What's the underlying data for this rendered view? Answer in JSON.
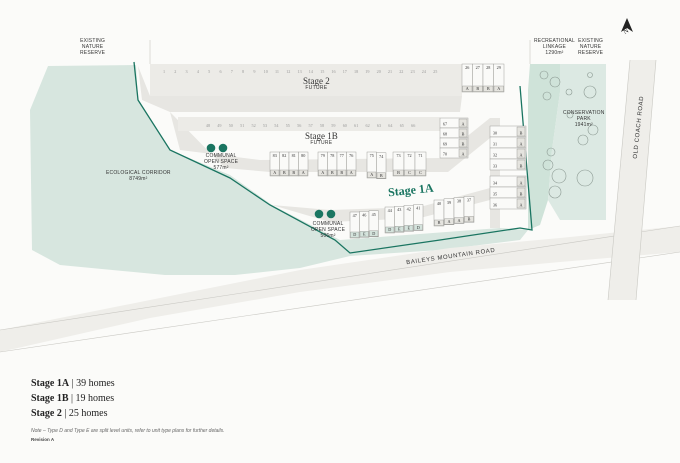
{
  "labels": {
    "existing_reserve_left": [
      "EXISTING",
      "NATURE",
      "RESERVE"
    ],
    "recreational": [
      "RECREATIONAL",
      "LINKAGE",
      "1290m²"
    ],
    "existing_reserve_right": [
      "EXISTING",
      "NATURE",
      "RESERVE"
    ],
    "old_coach_road": "OLD COACH ROAD",
    "baileys": "BAILEYS MOUNTAIN ROAD",
    "ecological": [
      "ECOLOGICAL CORRIDOR",
      "8749m²"
    ],
    "communal_top": [
      "COMMUNAL",
      "OPEN SPACE",
      "577m²"
    ],
    "communal_bottom": [
      "COMMUNAL",
      "OPEN SPACE",
      "506m²"
    ],
    "conservation": [
      "CONSERVATION",
      "PARK",
      "1941m²"
    ]
  },
  "stages": {
    "stage2": {
      "title": "Stage 2",
      "sub": "FUTURE"
    },
    "stage1b": {
      "title": "Stage 1B",
      "sub": "FUTURE"
    },
    "stage1a": {
      "title": "Stage 1A"
    }
  },
  "lots": {
    "stage2_numbers": [
      "1",
      "2",
      "3",
      "4",
      "5",
      "6",
      "7",
      "8",
      "9",
      "10",
      "11",
      "12",
      "13",
      "14",
      "15",
      "16",
      "17",
      "18",
      "19",
      "20",
      "21",
      "22",
      "23",
      "24",
      "25"
    ],
    "stage2_top_right": [
      {
        "n": "26",
        "t": "A"
      },
      {
        "n": "27",
        "t": "B"
      },
      {
        "n": "28",
        "t": "B"
      },
      {
        "n": "29",
        "t": "A"
      }
    ],
    "stage1b_top_numbers": [
      "48",
      "49",
      "50",
      "51",
      "52",
      "53",
      "54",
      "55",
      "56",
      "57",
      "58",
      "59",
      "60",
      "61",
      "62",
      "63",
      "64",
      "65",
      "66"
    ],
    "stage1b_right": [
      {
        "n": "67",
        "t": "A"
      },
      {
        "n": "68",
        "t": "B"
      },
      {
        "n": "69",
        "t": "B"
      },
      {
        "n": "70",
        "t": "A"
      }
    ],
    "stage1b_row_a": [
      {
        "n": "83",
        "t": "A"
      },
      {
        "n": "82",
        "t": "B"
      },
      {
        "n": "81",
        "t": "B"
      },
      {
        "n": "80",
        "t": "A"
      }
    ],
    "stage1b_row_b": [
      {
        "n": "79",
        "t": "A"
      },
      {
        "n": "78",
        "t": "B"
      },
      {
        "n": "77",
        "t": "B"
      },
      {
        "n": "76",
        "t": "A"
      }
    ],
    "stage1b_row_c": [
      {
        "n": "75",
        "t": "A"
      },
      {
        "n": "74",
        "t": "B"
      }
    ],
    "stage1b_row_d": [
      {
        "n": "73",
        "t": "B"
      },
      {
        "n": "72",
        "t": "C"
      },
      {
        "n": "71",
        "t": "C"
      }
    ],
    "east_column": [
      {
        "n": "30",
        "t": "B"
      },
      {
        "n": "31",
        "t": "A"
      },
      {
        "n": "32",
        "t": "A"
      },
      {
        "n": "33",
        "t": "B"
      },
      {
        "n": "34",
        "t": "A"
      },
      {
        "n": "35",
        "t": "B"
      },
      {
        "n": "36",
        "t": "A"
      }
    ],
    "stage1a_row_a": [
      {
        "n": "47",
        "t": "D"
      },
      {
        "n": "46",
        "t": "E"
      },
      {
        "n": "45",
        "t": "D"
      }
    ],
    "stage1a_row_b": [
      {
        "n": "44",
        "t": "D"
      },
      {
        "n": "43",
        "t": "E"
      },
      {
        "n": "42",
        "t": "E"
      },
      {
        "n": "41",
        "t": "D"
      }
    ],
    "stage1a_row_c": [
      {
        "n": "40",
        "t": "B"
      },
      {
        "n": "39",
        "t": "A"
      },
      {
        "n": "38",
        "t": "A"
      },
      {
        "n": "37",
        "t": "B"
      }
    ]
  },
  "legend": [
    {
      "stage": "Stage 1A",
      "count": "39 homes"
    },
    {
      "stage": "Stage 1B",
      "count": "19 homes"
    },
    {
      "stage": "Stage 2",
      "count": "25 homes"
    }
  ],
  "legend_sep": "|",
  "note": "Note – Type D and Type E are split level units, refer to unit type plans for further details.",
  "revision": "Revision A",
  "north": "N",
  "colors": {
    "green_zone": "#d7e6df",
    "green_line": "#1a7561",
    "road": "#e7e6e2",
    "lot": "#ecebe7"
  }
}
